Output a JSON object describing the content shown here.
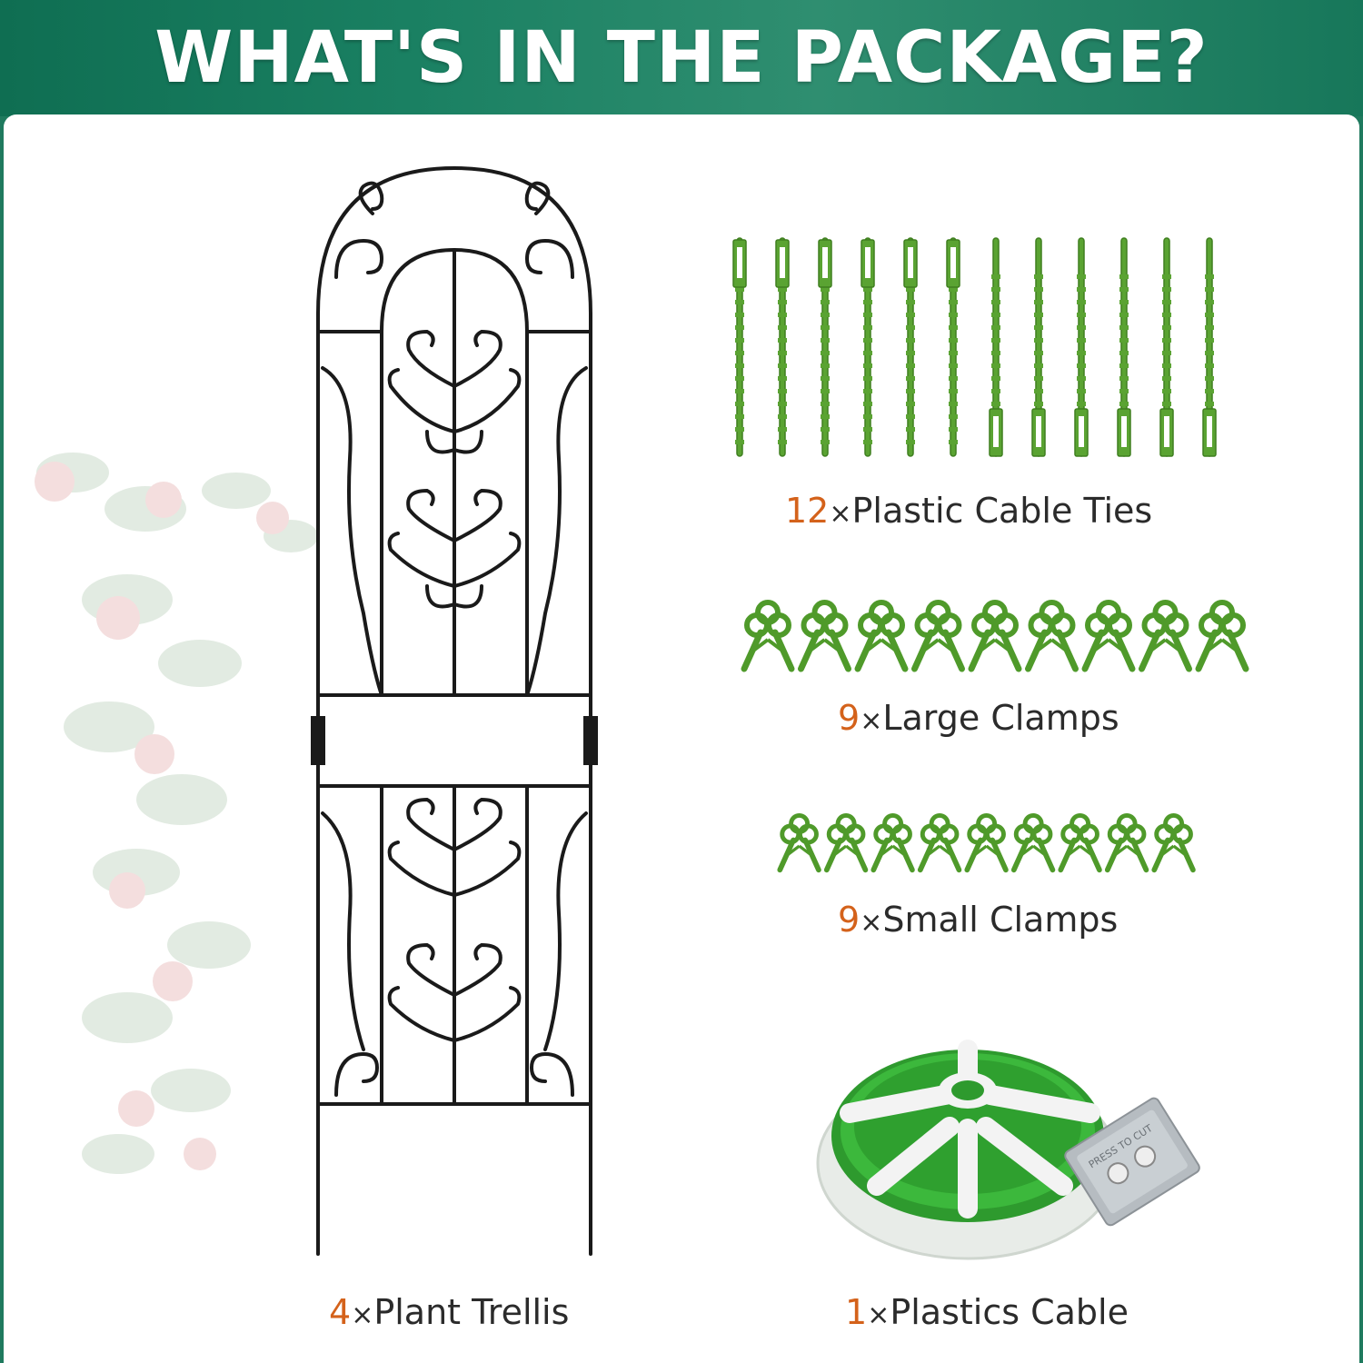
{
  "header": {
    "title": "WHAT'S IN THE PACKAGE?"
  },
  "colors": {
    "header_green": "#1a8062",
    "accent_orange": "#d4621b",
    "item_green": "#4f9a2a",
    "trellis_black": "#1a1a1a"
  },
  "items": [
    {
      "qty": "4",
      "times": "×",
      "name": "Plant Trellis"
    },
    {
      "qty": "12",
      "times": "×",
      "name": "Plastic Cable Ties"
    },
    {
      "qty": "9",
      "times": "×",
      "name": "Large Clamps"
    },
    {
      "qty": "9",
      "times": "×",
      "name": "Small Clamps"
    },
    {
      "qty": "1",
      "times": "×",
      "name": "Plastics Cable"
    }
  ],
  "reel": {
    "stamp_text": "PRESS TO CUT"
  }
}
